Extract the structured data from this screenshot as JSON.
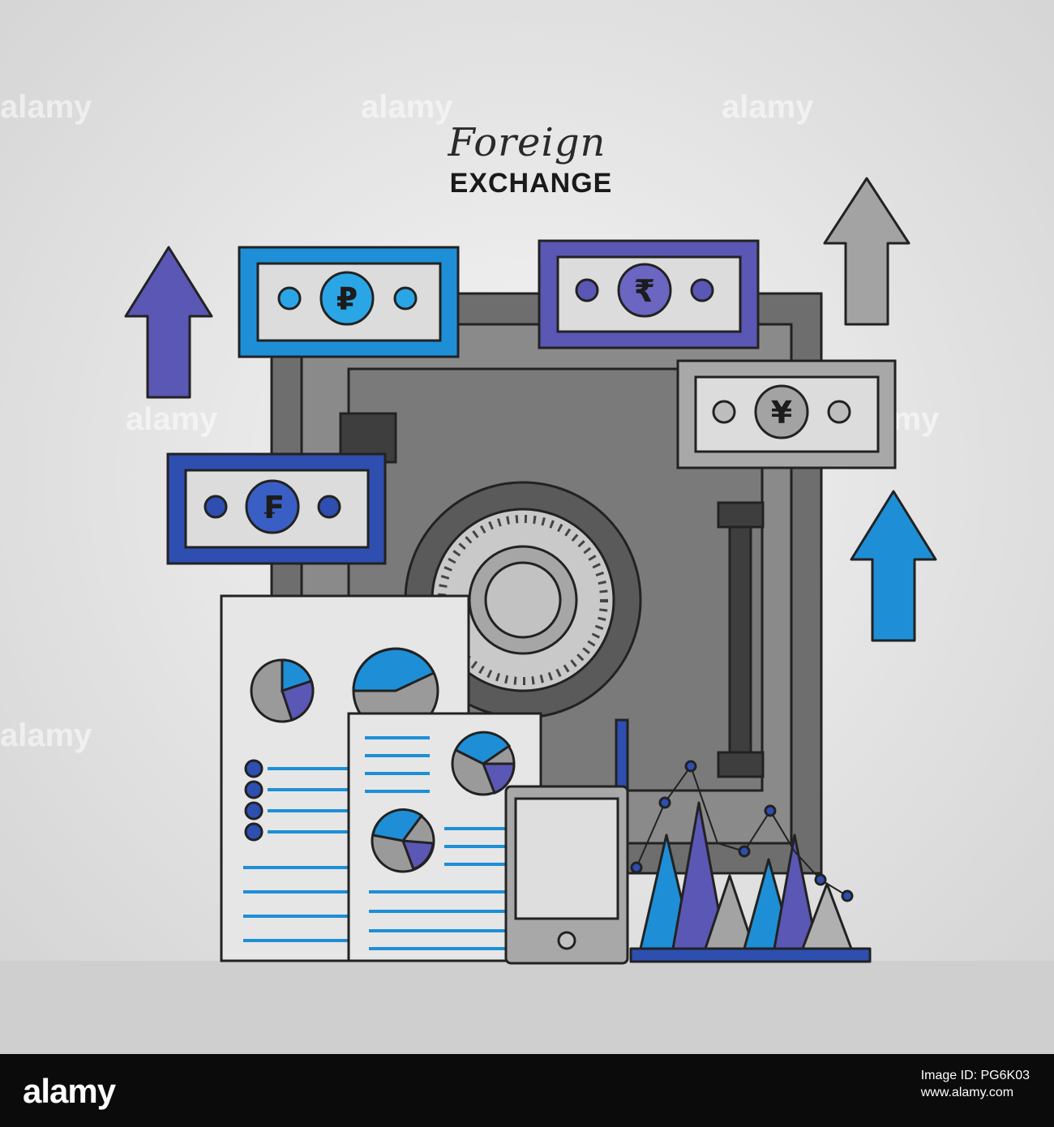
{
  "title": {
    "line1": "Foreign",
    "line2": "EXCHANGE"
  },
  "watermark": "alamy",
  "banknotes": [
    {
      "name": "ruble",
      "symbol": "₽",
      "color": "#1e8fd6"
    },
    {
      "name": "rupee",
      "symbol": "₹",
      "color": "#5b57b4"
    },
    {
      "name": "yen",
      "symbol": "¥",
      "color": "#a8a8a8"
    },
    {
      "name": "franc",
      "symbol": "₣",
      "color": "#2e4fb0"
    }
  ],
  "colors": {
    "blue": "#1e8fd6",
    "purple": "#5b57b4",
    "gray": "#9a9a9a",
    "navy": "#2e4fb0",
    "safe": "#6b6b6b",
    "background": "#e4e4e4"
  },
  "footer": {
    "logo": "alamy",
    "line1": "Image ID: PG6K03",
    "line2": "www.alamy.com"
  }
}
